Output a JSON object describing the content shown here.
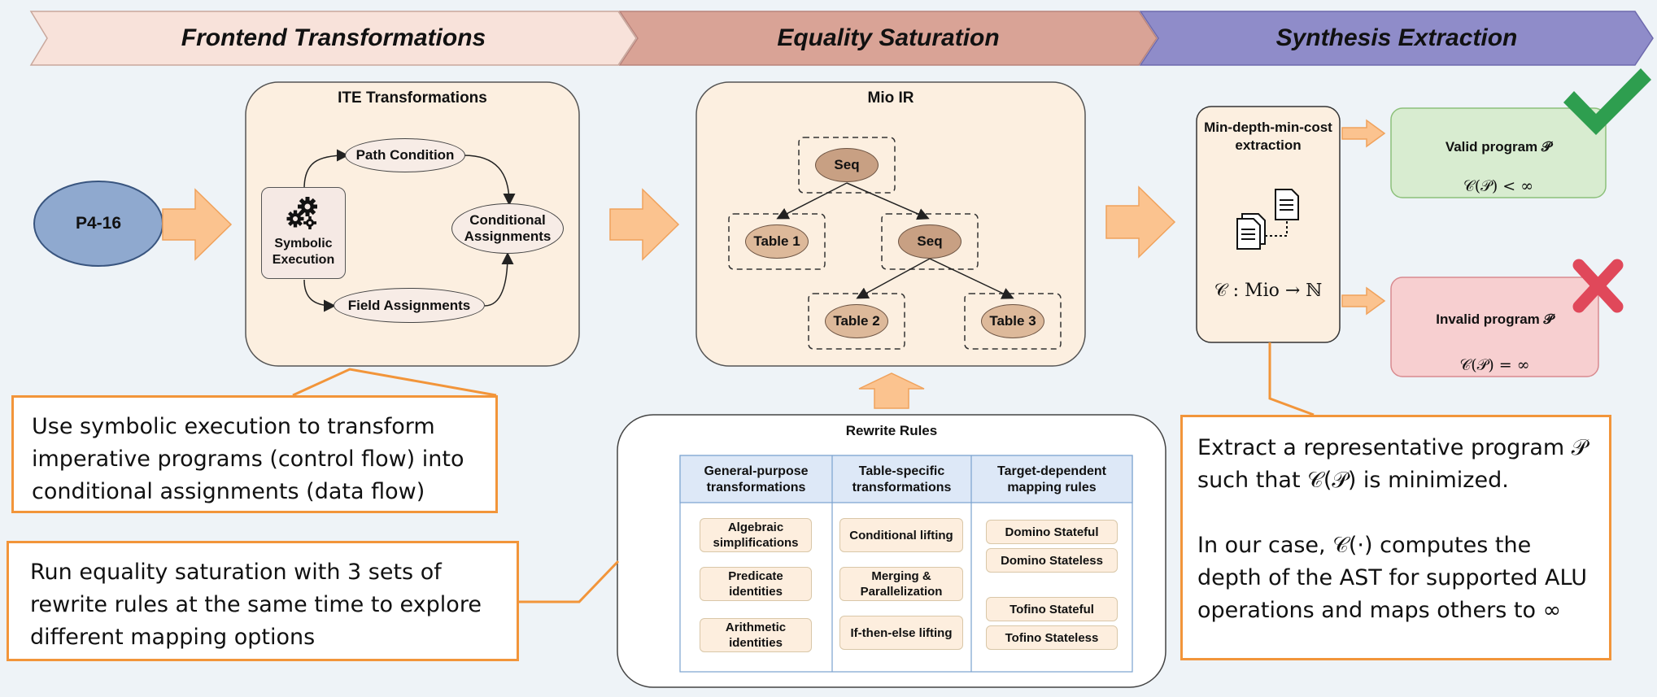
{
  "stages": [
    {
      "label": "Frontend Transformations",
      "color": "#f8e2da"
    },
    {
      "label": "Equality Saturation",
      "color": "#d9a396"
    },
    {
      "label": "Synthesis Extraction",
      "color": "#8f8cc9"
    }
  ],
  "input": {
    "label": "P4-16"
  },
  "ite": {
    "title": "ITE Transformations",
    "symbolic": "Symbolic Execution",
    "path_condition": "Path Condition",
    "field_assignments": "Field Assignments",
    "conditional_assignments": "Conditional Assignments"
  },
  "mio": {
    "title": "Mio IR",
    "seq_top": "Seq",
    "table1": "Table 1",
    "seq_mid": "Seq",
    "table2": "Table 2",
    "table3": "Table 3"
  },
  "rewrite": {
    "title": "Rewrite Rules",
    "columns": [
      {
        "header": "General-purpose transformations",
        "items": [
          "Algebraic simplifications",
          "Predicate identities",
          "Arithmetic identities"
        ]
      },
      {
        "header": "Table-specific transformations",
        "items": [
          "Conditional lifting",
          "Merging & Parallelization",
          "If-then-else lifting"
        ]
      },
      {
        "header": "Target-dependent mapping rules",
        "items": [
          "Domino Stateful",
          "Domino Stateless",
          "Tofino Stateful",
          "Tofino Stateless"
        ]
      }
    ]
  },
  "extraction": {
    "title": "Min-depth-min-cost extraction",
    "cost_fn_label": "𝒞 : Mio → ℕ",
    "valid": {
      "label": "Valid program 𝒫",
      "condition": "𝒞(𝒫) < ∞",
      "mark": "check-icon"
    },
    "invalid": {
      "label": "Invalid program 𝒫",
      "condition": "𝒞(𝒫) = ∞",
      "mark": "cross-icon"
    }
  },
  "callouts": {
    "frontend": "Use symbolic execution to transform imperative programs (control flow) into conditional assignments (data flow)",
    "saturation": "Run equality saturation with 3 sets of rewrite rules at the same time to explore different mapping options",
    "extract_p1": "Extract a representative program 𝒫 such that 𝒞(𝒫) is minimized.",
    "extract_p2": "In our case,  𝒞(·) computes the depth of the AST for supported ALU operations and maps others to ∞"
  },
  "colors": {
    "accent_orange": "#f2953a",
    "arrow_fill": "#fbc38f",
    "panel_fill": "#fcefe0",
    "input_fill": "#8fa9cf",
    "valid_fill": "#d8ecd0",
    "invalid_fill": "#f7cfd0",
    "check": "#2e9e4f",
    "cross": "#e0485a",
    "table_fill": "#ddb99a",
    "seq_fill": "#c8a083"
  }
}
